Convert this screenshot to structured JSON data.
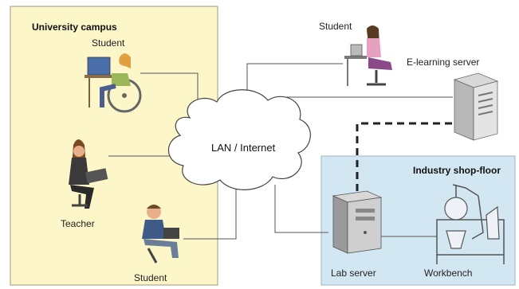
{
  "zones": {
    "campus": {
      "title": "University campus",
      "fill": "#fdf6c9",
      "stroke": "#9a9a80"
    },
    "industry": {
      "title": "Industry shop-floor",
      "fill": "#d3e7f3",
      "stroke": "#9fb3c2"
    }
  },
  "cloud": {
    "label": "LAN / Internet"
  },
  "nodes": {
    "student_wheelchair": {
      "label": "Student",
      "icon": "student-wheelchair-icon"
    },
    "teacher": {
      "label": "Teacher",
      "icon": "teacher-icon"
    },
    "student_bottom": {
      "label": "Student",
      "icon": "student-laptop-icon"
    },
    "student_remote": {
      "label": "Student",
      "icon": "student-desk-icon"
    },
    "elearning_server": {
      "label": "E-learning server",
      "icon": "server-icon"
    },
    "lab_server": {
      "label": "Lab server",
      "icon": "lab-server-icon"
    },
    "workbench": {
      "label": "Workbench",
      "icon": "workbench-icon"
    }
  },
  "colors": {
    "line": "#555555",
    "cloud_stroke": "#444444",
    "dashed_link": "#222222"
  }
}
